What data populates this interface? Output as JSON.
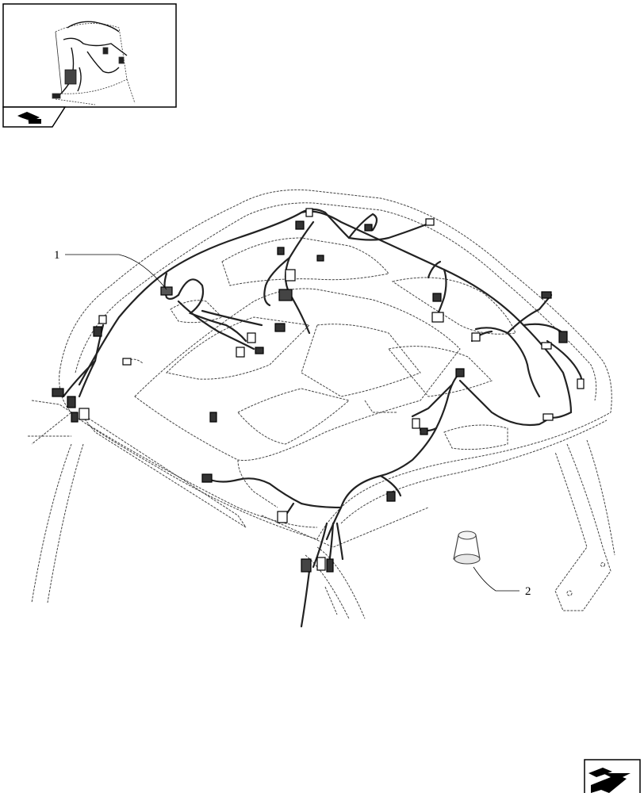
{
  "callouts": [
    {
      "id": "1",
      "label": "1"
    },
    {
      "id": "2",
      "label": "2"
    }
  ],
  "icons": {
    "thumbnail": "cab-overview-thumbnail",
    "book": "manual-book-icon",
    "next_page": "next-page-arrow-icon"
  },
  "colors": {
    "line": "#000000",
    "dash": "#444444",
    "harness": "#222222",
    "background": "#ffffff"
  }
}
